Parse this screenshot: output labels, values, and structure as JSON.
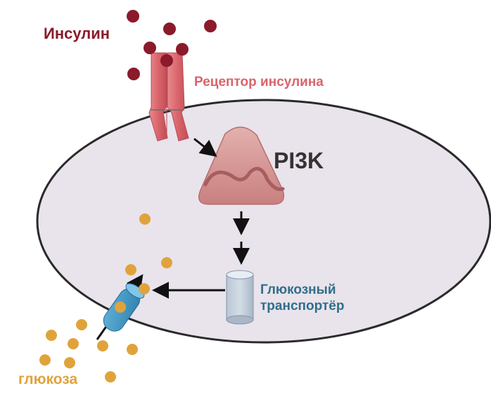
{
  "labels": {
    "insulin": "Инсулин",
    "receptor": "Рецептор инсулина",
    "pi3k": "PI3K",
    "transporter_line1": "Глюкозный",
    "transporter_line2": "транспортёр",
    "glucose": "глюкоза"
  },
  "colors": {
    "insulin": "#8b1a2b",
    "receptor": "#d9646b",
    "pi3k": "#333333",
    "transporter_text": "#2f6f8a",
    "glucose": "#e0a33c",
    "cell_fill": "#e9e3ec",
    "cell_stroke": "#2a2a2a",
    "pi3k_body": "#d69a99",
    "transporter_body": "#4a9cc4",
    "arrow": "#111111"
  },
  "icons": {
    "insulin_molecule": "dark-red-dot",
    "glucose_molecule": "orange-dot",
    "receptor": "dimer-receptor-shape",
    "kinase": "rounded-triangle-shape",
    "transporter_open": "blue-cylinder-channel",
    "transporter_vesicle": "gray-cylinder"
  }
}
